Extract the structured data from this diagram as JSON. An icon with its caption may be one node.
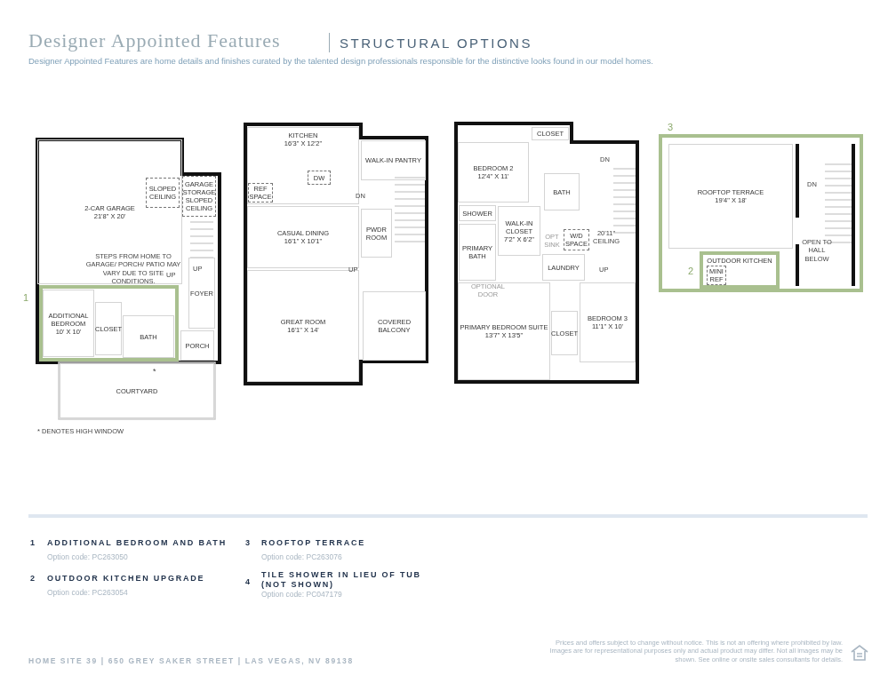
{
  "diagram": {
    "title": "Designer Appointed Features",
    "nodes": [
      {
        "text": [
          "2-CAR GARAGE",
          "21'8\" X 20'"
        ]
      },
      {
        "text": [
          "SLOPED CEILING"
        ],
        "in": 0
      },
      {
        "text": [
          "GARAGE STORAGE SLOPED CEILING"
        ]
      },
      {
        "text": [
          "FOYER"
        ]
      },
      {
        "text": [],
        "shape": "box",
        "beside": [
          "1"
        ]
      },
      {
        "text": [
          "ADDITIONAL BEDROOM",
          "10' X 10'"
        ],
        "in": 4
      },
      {
        "text": [
          "CLOSET"
        ],
        "in": 4
      },
      {
        "text": [
          "BATH"
        ],
        "in": 4
      },
      {
        "text": [
          "PORCH"
        ]
      },
      {
        "text": [
          "COURTYARD"
        ]
      },
      {
        "text": [
          "KITCHEN",
          "16'3\" X 12'2\""
        ]
      },
      {
        "text": [
          "DW"
        ],
        "in": 10
      },
      {
        "text": [
          "REF SPACE"
        ],
        "in": 10
      },
      {
        "text": [
          "WALK-IN PANTRY"
        ]
      },
      {
        "text": [
          "PWDR ROOM"
        ]
      },
      {
        "text": [
          "CASUAL DINING",
          "16'1\" X 10'1\""
        ]
      },
      {
        "text": [
          "GREAT ROOM",
          "16'1\" X 14'"
        ]
      },
      {
        "text": [
          "COVERED BALCONY"
        ]
      },
      {
        "text": [
          "CLOSET"
        ]
      },
      {
        "text": [
          "BEDROOM 2",
          "12'4\" X 11'"
        ]
      },
      {
        "text": [
          "BATH"
        ]
      },
      {
        "text": [
          "SHOWER"
        ]
      },
      {
        "text": [
          "WALK-IN CLOSET",
          "7'2\" X 6'2\""
        ]
      },
      {
        "text": [
          "W/D SPACE"
        ]
      },
      {
        "text": [
          "PRIMARY BATH"
        ]
      },
      {
        "text": [
          "LAUNDRY"
        ]
      },
      {
        "text": [
          "PRIMARY BEDROOM SUITE",
          "13'7\" X 13'5\""
        ]
      },
      {
        "text": [
          "BEDROOM 3",
          "11'1\" X 10'"
        ]
      },
      {
        "text": [
          "CLOSET"
        ]
      },
      {
        "text": [],
        "shape": "box",
        "beside": [
          "3"
        ]
      },
      {
        "text": [
          "ROOFTOP TERRACE",
          "19'4\" X 18'"
        ],
        "in": 29
      },
      {
        "text": [
          "OUTDOOR KITCHEN"
        ],
        "in": 29,
        "beside": [
          "2"
        ]
      },
      {
        "text": [
          "MINI REF"
        ],
        "in": 31
      }
    ],
    "labels": [
      "STRUCTURAL OPTIONS",
      "Designer Appointed Features are home details and finishes curated by the talented design professionals responsible for the distinctive looks found in our model homes.",
      "STEPS FROM HOME TO GARAGE/ PORCH/ PATIO MAY VARY DUE TO SITE CONDITIONS.",
      "UP",
      "UP",
      "*",
      "* DENOTES HIGH WINDOW",
      "DN",
      "UP",
      "DN",
      "OPT SINK",
      "20'11\" CEILING",
      "UP",
      "OPTIONAL DOOR",
      "DN",
      "OPEN TO HALL BELOW",
      "1",
      "ADDITIONAL BEDROOM AND BATH",
      "Option code: PC263050",
      "2",
      "OUTDOOR KITCHEN UPGRADE",
      "Option code: PC263054",
      "3",
      "ROOFTOP TERRACE",
      "Option code: PC263076",
      "4",
      "TILE SHOWER IN LIEU OF TUB (NOT SHOWN)",
      "Option code: PC047179",
      "HOME SITE 39 | 650 GREY SAKER STREET | LAS VEGAS, NV 89138",
      "Prices and offers subject to change without notice. This is not an offering where prohibited by law. Images are for representational purposes only and actual product may differ. Not all images may be shown. See online or onsite sales consultants for details."
    ]
  }
}
